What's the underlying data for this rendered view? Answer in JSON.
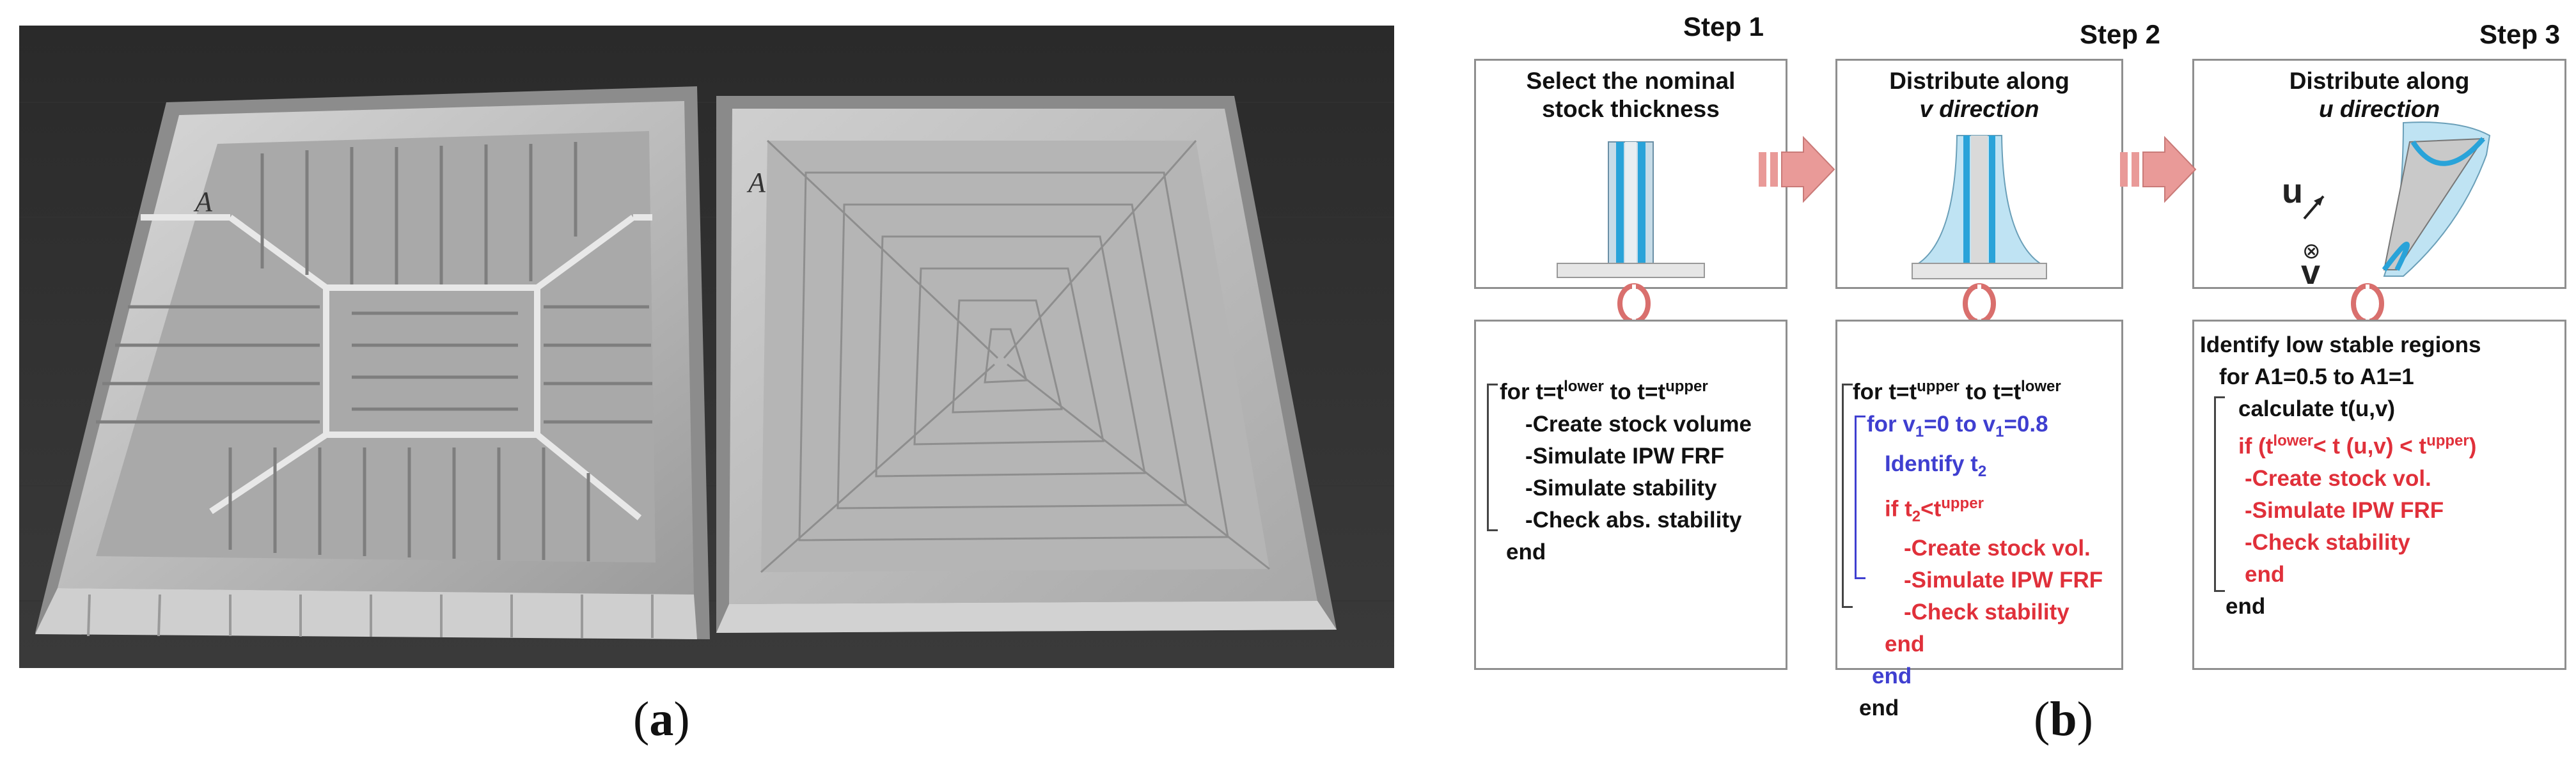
{
  "panel_a": {
    "caption": "a",
    "photo_labels": [
      "A",
      "A"
    ]
  },
  "panel_b": {
    "caption": "b",
    "steps": [
      {
        "title": "Step 1",
        "box_title_lines": [
          "Select the nominal",
          "stock thickness"
        ]
      },
      {
        "title": "Step 2",
        "box_title_lines": [
          "Distribute along",
          "v direction"
        ]
      },
      {
        "title": "Step 3",
        "box_title_lines": [
          "Distribute along",
          "u direction"
        ]
      }
    ],
    "axis_labels": {
      "u": "u",
      "v": "v",
      "otimes": "⊗"
    },
    "code1": {
      "l1_a": "for t=t",
      "l1_sup1": "lower",
      "l1_b": " to t=t",
      "l1_sup2": "upper",
      "l2": "-Create stock volume",
      "l3": "-Simulate IPW FRF",
      "l4": "-Simulate stability",
      "l5": "-Check abs. stability",
      "l6": "end"
    },
    "code2": {
      "l1_a": "for t=t",
      "l1_sup1": "upper",
      "l1_b": " to t=t",
      "l1_sup2": "lower",
      "l2_a": "for v",
      "l2_sub1": "1",
      "l2_b": "=0 to v",
      "l2_sub2": "1",
      "l2_c": "=0.8",
      "l3_a": "Identify t",
      "l3_sub": "2",
      "l4_a": "if t",
      "l4_sub": "2",
      "l4_b": "<t",
      "l4_sup": "upper",
      "l5": "-Create stock vol.",
      "l6": "-Simulate IPW FRF",
      "l7": "-Check stability",
      "l8": "end",
      "l9": "end",
      "l10": "end"
    },
    "code3": {
      "l0": "Identify low stable regions",
      "l1": "for A1=0.5 to A1=1",
      "l2": "calculate t(u,v)",
      "l3_a": "if (t",
      "l3_sup1": "lower",
      "l3_b": "< t (u,v) < t",
      "l3_sup2": "upper",
      "l3_c": ")",
      "l4": "-Create stock vol.",
      "l5": "-Simulate IPW FRF",
      "l6": "-Check stability",
      "l7": "end",
      "l8": "end"
    },
    "colors": {
      "blue": "#3f3fd0",
      "red": "#e0303a",
      "arrow": "#e99a98",
      "part": "#4fb6dc"
    }
  }
}
